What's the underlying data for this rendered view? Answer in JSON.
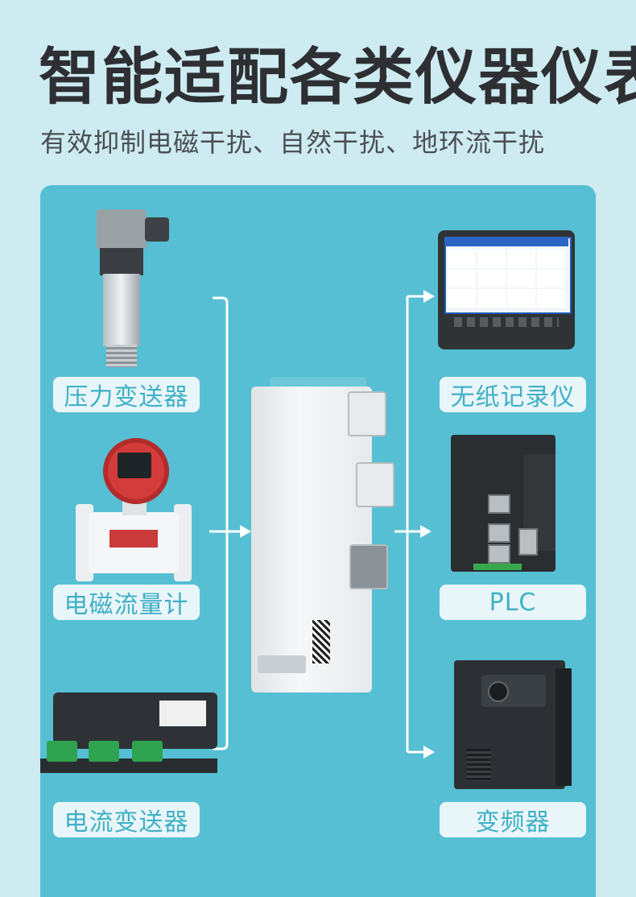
{
  "header": {
    "title": "智能适配各类仪器仪表",
    "subtitle": "有效抑制电磁干扰、自然干扰、地环流干扰"
  },
  "inputs": [
    {
      "label": "压力变送器",
      "icon": "pressure-transmitter"
    },
    {
      "label": "电磁流量计",
      "icon": "electromagnetic-flowmeter"
    },
    {
      "label": "电流变送器",
      "icon": "current-transmitter"
    }
  ],
  "outputs": [
    {
      "label": "无纸记录仪",
      "icon": "paperless-recorder"
    },
    {
      "label": "PLC",
      "icon": "plc"
    },
    {
      "label": "变频器",
      "icon": "frequency-inverter"
    }
  ],
  "colors": {
    "background": "#cdebf0",
    "panel": "#56bfd3",
    "label_bg": "#e9f6f9",
    "label_text": "#3fb0c6",
    "connector": "#ffffff"
  }
}
